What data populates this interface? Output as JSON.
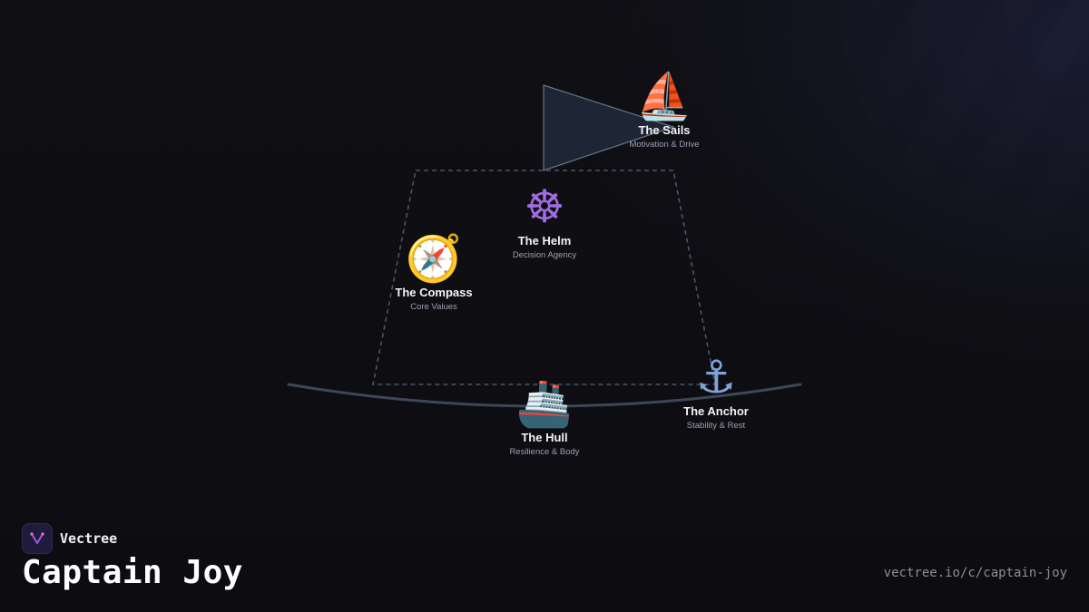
{
  "brand": {
    "name": "Vectree",
    "logo_color": "#c64ad8"
  },
  "title": "Captain Joy",
  "url": "vectree.io/c/captain-joy",
  "colors": {
    "background": "#0e0e12",
    "outline": "#4a5568",
    "sail_fill": "#1e2636",
    "label": "#f2f3f7",
    "sublabel": "#9aa1b3"
  },
  "nodes": {
    "sails": {
      "icon": "⛵",
      "icon_name": "sailboat-icon",
      "label": "The Sails",
      "sub": "Motivation & Drive"
    },
    "helm": {
      "icon": "☸",
      "icon_name": "ship-wheel-icon",
      "label": "The Helm",
      "sub": "Decision Agency"
    },
    "compass": {
      "icon": "🧭",
      "icon_name": "compass-icon",
      "label": "The Compass",
      "sub": "Core Values"
    },
    "anchor": {
      "icon": "⚓",
      "icon_name": "anchor-icon",
      "label": "The Anchor",
      "sub": "Stability & Rest"
    },
    "hull": {
      "icon": "🚢",
      "icon_name": "cruise-ship-icon",
      "label": "The Hull",
      "sub": "Resilience & Body"
    }
  }
}
